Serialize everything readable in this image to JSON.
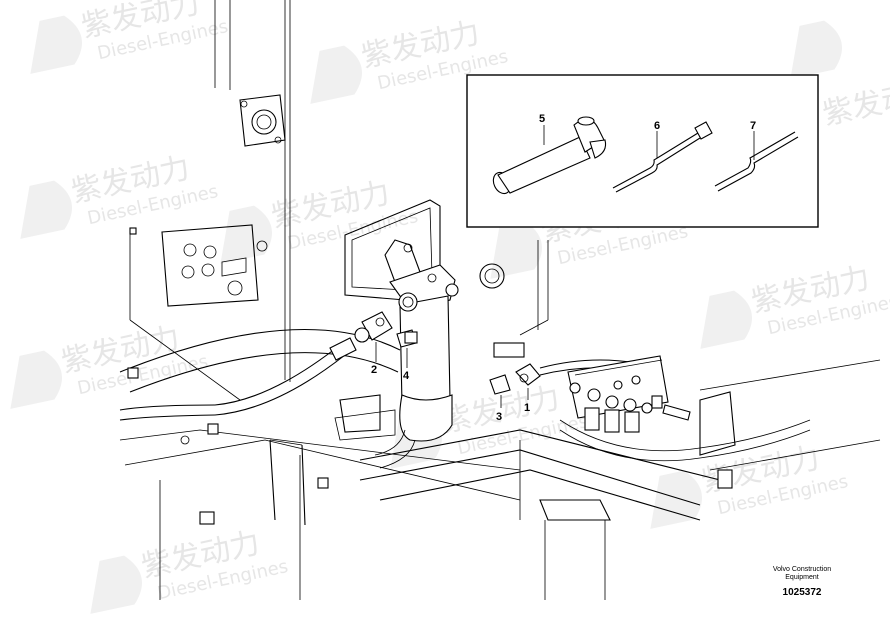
{
  "watermark": {
    "brand_cn": "紫发动力",
    "brand_en": "Diesel-Engines",
    "color": "#e6e6e6"
  },
  "callouts": {
    "c1": "1",
    "c2": "2",
    "c3": "3",
    "c4": "4",
    "c5": "5",
    "c6": "6",
    "c7": "7"
  },
  "footer": {
    "caption_line1": "Volvo Construction",
    "caption_line2": "Equipment",
    "drawing_number": "1025372"
  }
}
